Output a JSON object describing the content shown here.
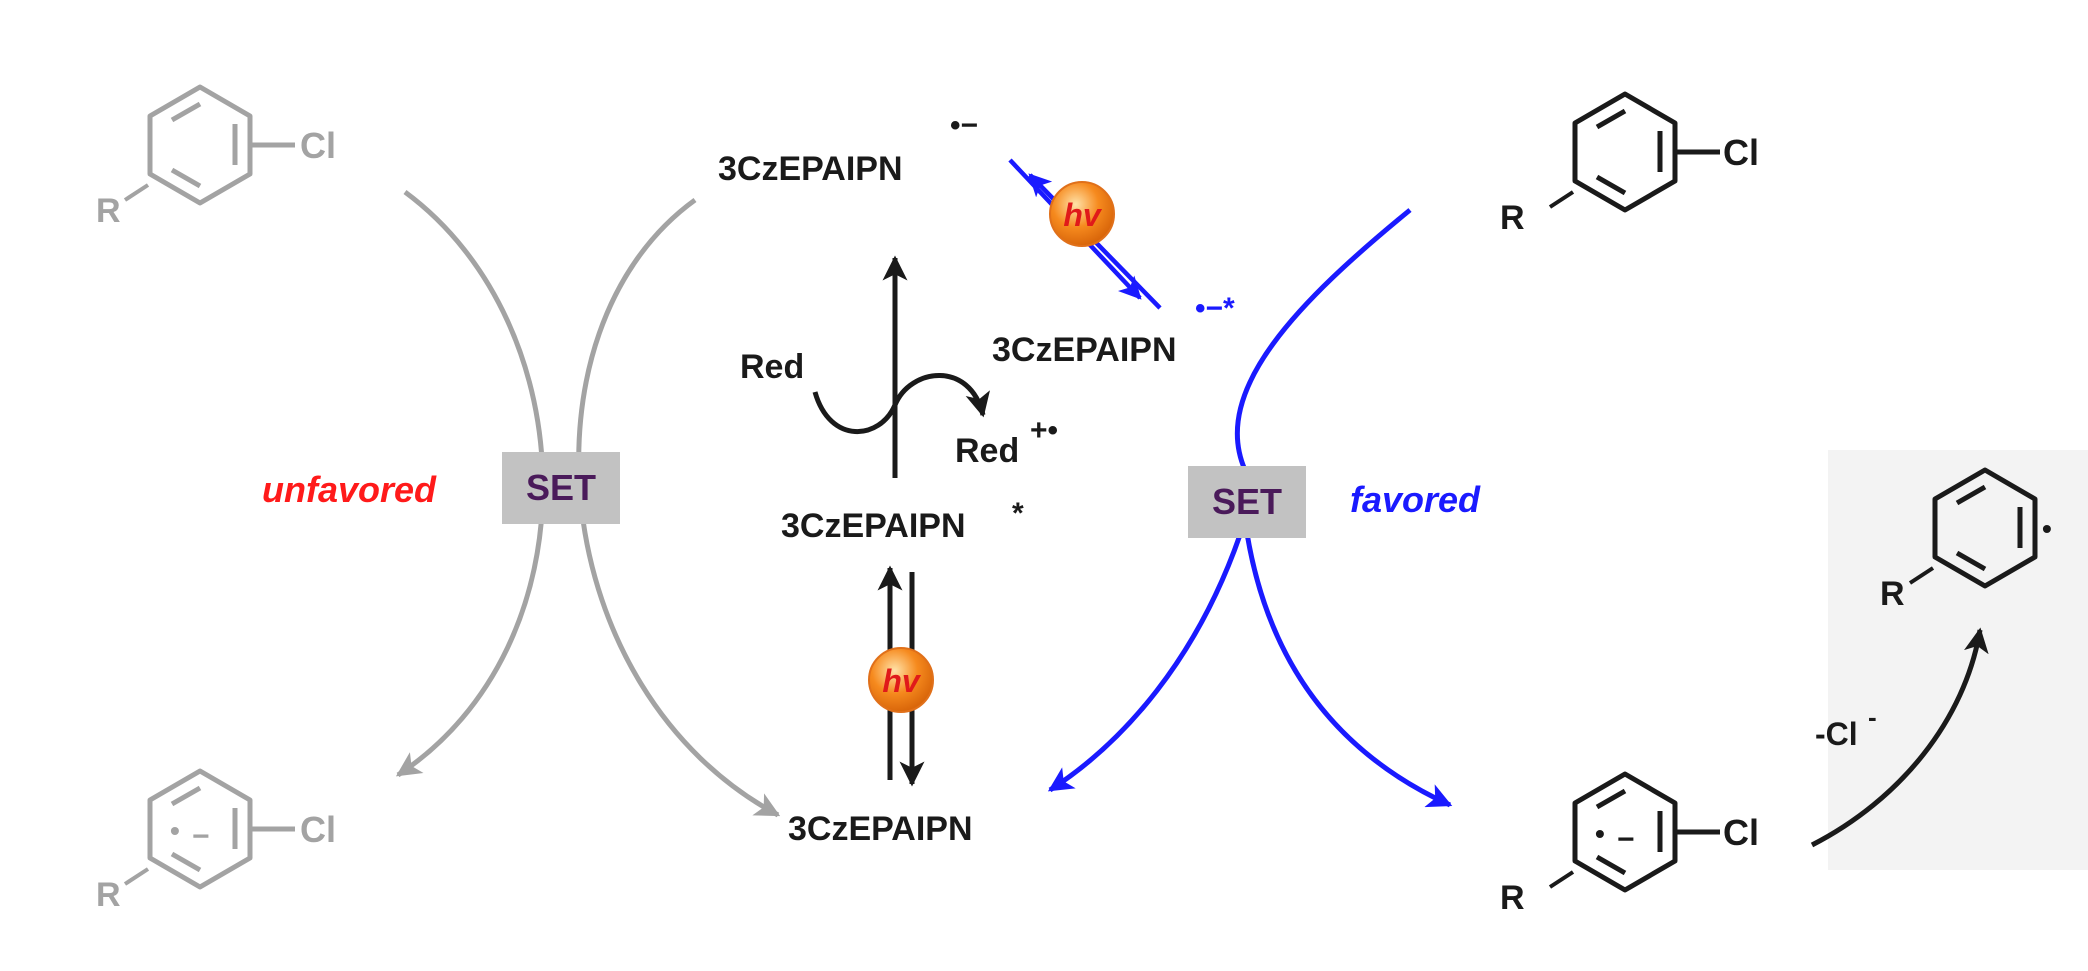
{
  "cycle": {
    "radical_anion_label": "3CzEPAIPN",
    "radical_anion_charge": "•−",
    "excited_radical_anion_label": "3CzEPAIPN",
    "excited_radical_anion_charge": "•−*",
    "excited_state_label": "3CzEPAIPN",
    "excited_state_mark": "*",
    "ground_state_label": "3CzEPAIPN",
    "reductant_label": "Red",
    "oxidized_reductant_label": "Red",
    "oxidized_reductant_charge": "+•",
    "light_label": "hv"
  },
  "paths": {
    "unfavored_label": "unfavored",
    "favored_label": "favored",
    "set_label": "SET"
  },
  "molecules": {
    "chloro_atom": "Cl",
    "r_group": "R",
    "radical_anion_sign": "−",
    "radical_dot": "•"
  },
  "elimination": {
    "label": "-Cl",
    "charge": "-"
  },
  "colors": {
    "gray": "#a3a3a3",
    "blue": "#1a1aff",
    "red": "#ff1a1a",
    "set_text": "#4a1a5a",
    "set_box": "#c2c2c2",
    "orange": "#f68a1e",
    "black": "#1a1a1a"
  }
}
